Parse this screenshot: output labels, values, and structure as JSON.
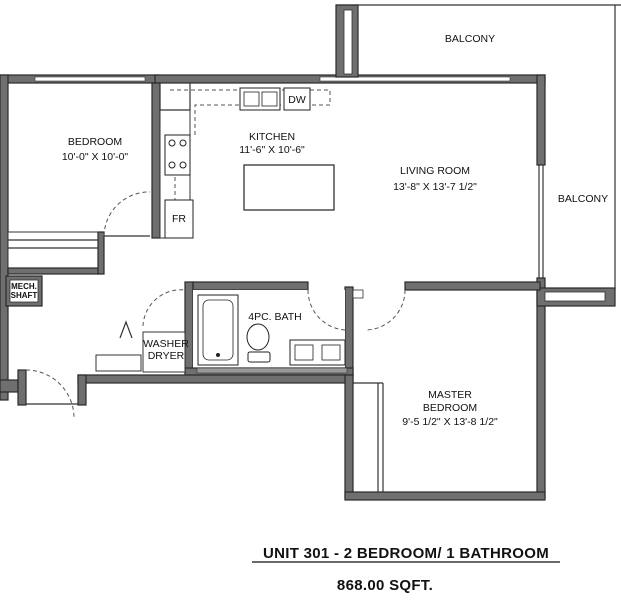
{
  "rooms": {
    "balcony_top": {
      "name": "BALCONY"
    },
    "balcony_right": {
      "name": "BALCONY"
    },
    "bedroom": {
      "name": "BEDROOM",
      "size": "10'-0\" X 10'-0\""
    },
    "kitchen": {
      "name": "KITCHEN",
      "size": "11'-6\" X 10'-6\""
    },
    "living": {
      "name": "LIVING ROOM",
      "size": "13'-8\" X 13'-7 1/2\""
    },
    "bath": {
      "name": "4PC. BATH"
    },
    "master": {
      "name": "MASTER",
      "name2": "BEDROOM",
      "size": "9'-5 1/2\" X 13'-8 1/2\""
    }
  },
  "fixtures": {
    "dw": "DW",
    "fr": "FR",
    "mech_line1": "MECH.",
    "mech_line2": "SHAFT",
    "washer": "WASHER",
    "dryer": "DRYER"
  },
  "caption": {
    "unit_line": "UNIT 301  - 2 BEDROOM/ 1 BATHROOM",
    "area": "868.00  SQFT."
  }
}
